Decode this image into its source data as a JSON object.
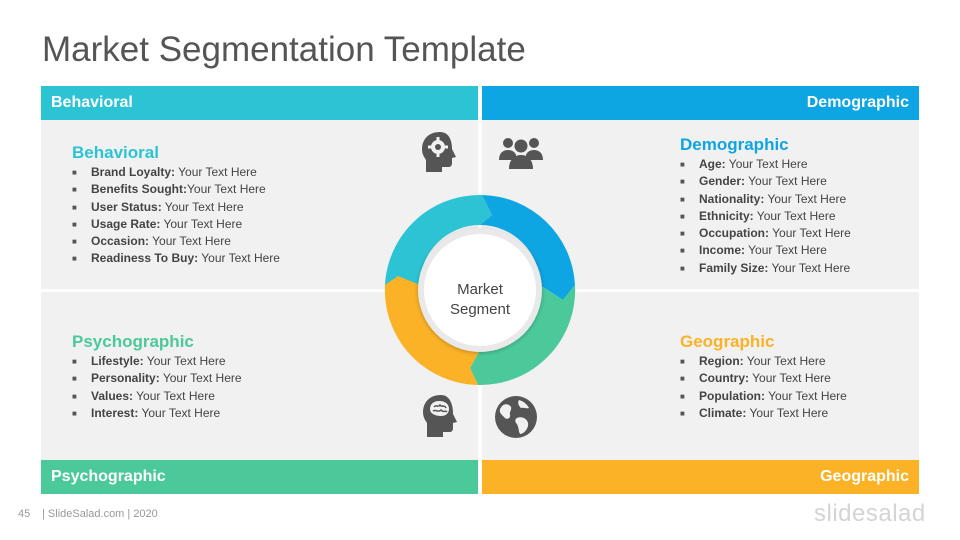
{
  "title": "Market Segmentation Template",
  "colors": {
    "behavioral": "#2cc4d5",
    "demographic": "#0ea5e3",
    "psychographic": "#4cc99b",
    "geographic": "#fbb227"
  },
  "bands": {
    "behavioral": "Behavioral",
    "demographic": "Demographic",
    "psychographic": "Psychographic",
    "geographic": "Geographic"
  },
  "sections": {
    "behavioral": {
      "title": "Behavioral",
      "items": [
        {
          "label": "Brand Loyalty:",
          "value": " Your Text Here"
        },
        {
          "label": "Benefits Sought:",
          "value": "Your Text Here"
        },
        {
          "label": "User Status:",
          "value": " Your Text Here"
        },
        {
          "label": "Usage Rate:",
          "value": " Your Text Here"
        },
        {
          "label": "Occasion:",
          "value": " Your Text Here"
        },
        {
          "label": "Readiness To Buy:",
          "value": " Your Text Here"
        }
      ]
    },
    "demographic": {
      "title": "Demographic",
      "items": [
        {
          "label": "Age:",
          "value": " Your Text Here"
        },
        {
          "label": "Gender:",
          "value": " Your Text Here"
        },
        {
          "label": "Nationality:",
          "value": " Your Text Here"
        },
        {
          "label": "Ethnicity:",
          "value": " Your Text Here"
        },
        {
          "label": "Occupation:",
          "value": " Your Text Here"
        },
        {
          "label": "Income:",
          "value": " Your Text Here"
        },
        {
          "label": "Family Size:",
          "value": " Your Text Here"
        }
      ]
    },
    "psychographic": {
      "title": "Psychographic",
      "items": [
        {
          "label": "Lifestyle:",
          "value": " Your Text Here"
        },
        {
          "label": "Personality:",
          "value": " Your Text Here"
        },
        {
          "label": "Values:",
          "value": " Your Text Here"
        },
        {
          "label": "Interest:",
          "value": " Your Text Here"
        }
      ]
    },
    "geographic": {
      "title": "Geographic",
      "items": [
        {
          "label": "Region:",
          "value": " Your Text Here"
        },
        {
          "label": "Country:",
          "value": " Your Text Here"
        },
        {
          "label": "Population:",
          "value": " Your Text Here"
        },
        {
          "label": "Climate:",
          "value": " Your Text Here"
        }
      ]
    }
  },
  "center": {
    "line1": "Market",
    "line2": "Segment"
  },
  "icons": {
    "behavioral": "head-gear-icon",
    "demographic": "people-group-icon",
    "psychographic": "head-brain-icon",
    "geographic": "globe-icon"
  },
  "footer": {
    "page": "45",
    "text": "| SlideSalad.com | 2020",
    "brand": "slidesalad"
  }
}
